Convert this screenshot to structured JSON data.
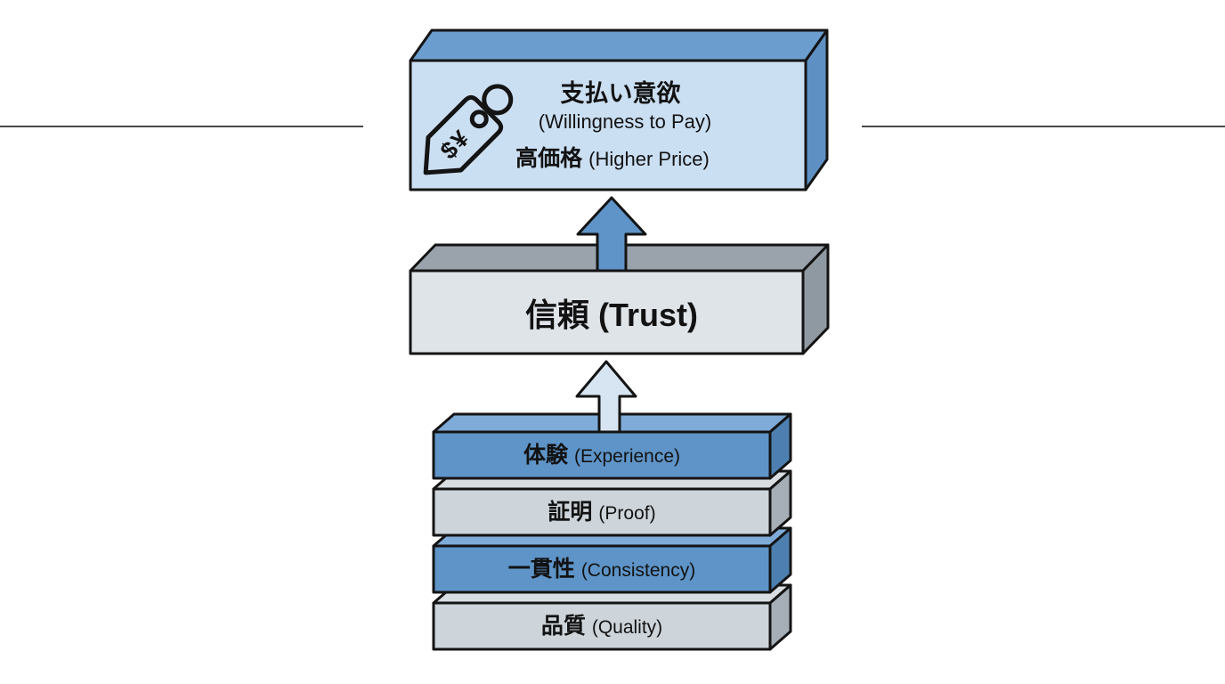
{
  "page": {
    "background": "#ffffff"
  },
  "divider": {
    "color": "#4a4a4a"
  },
  "diagram": {
    "outline": "#141414",
    "text_color": "#121212",
    "top_box": {
      "title_kanji": "支払い意欲",
      "title_english": "(Willingness to Pay)",
      "subtitle_kanji": "高価格",
      "subtitle_english": "(Higher Price)",
      "front": "#cbdff2",
      "top": "#6b9dce",
      "side": "#5e90c3",
      "tag_symbols": "$¥"
    },
    "arrow_top": {
      "fill": "#5e94c8"
    },
    "trust_box": {
      "label": "信頼 (Trust)",
      "front": "#dfe4e9",
      "top": "#9aa3ab",
      "side": "#8f99a2"
    },
    "arrow_bottom": {
      "fill": "#d7e5f2"
    },
    "stack": [
      {
        "kanji": "体験",
        "english": "(Experience)",
        "front": "#5e94c8",
        "top": "#7fabd8",
        "side": "#4d80b0"
      },
      {
        "kanji": "証明",
        "english": "(Proof)",
        "front": "#cdd4da",
        "top": "#d9dee2",
        "side": "#a6afb8"
      },
      {
        "kanji": "一貫性",
        "english": "(Consistency)",
        "front": "#5e94c8",
        "top": "#7fabd8",
        "side": "#4d80b0"
      },
      {
        "kanji": "品質",
        "english": "(Quality)",
        "front": "#cdd4da",
        "top": "#d9dee2",
        "side": "#a6afb8"
      }
    ]
  }
}
